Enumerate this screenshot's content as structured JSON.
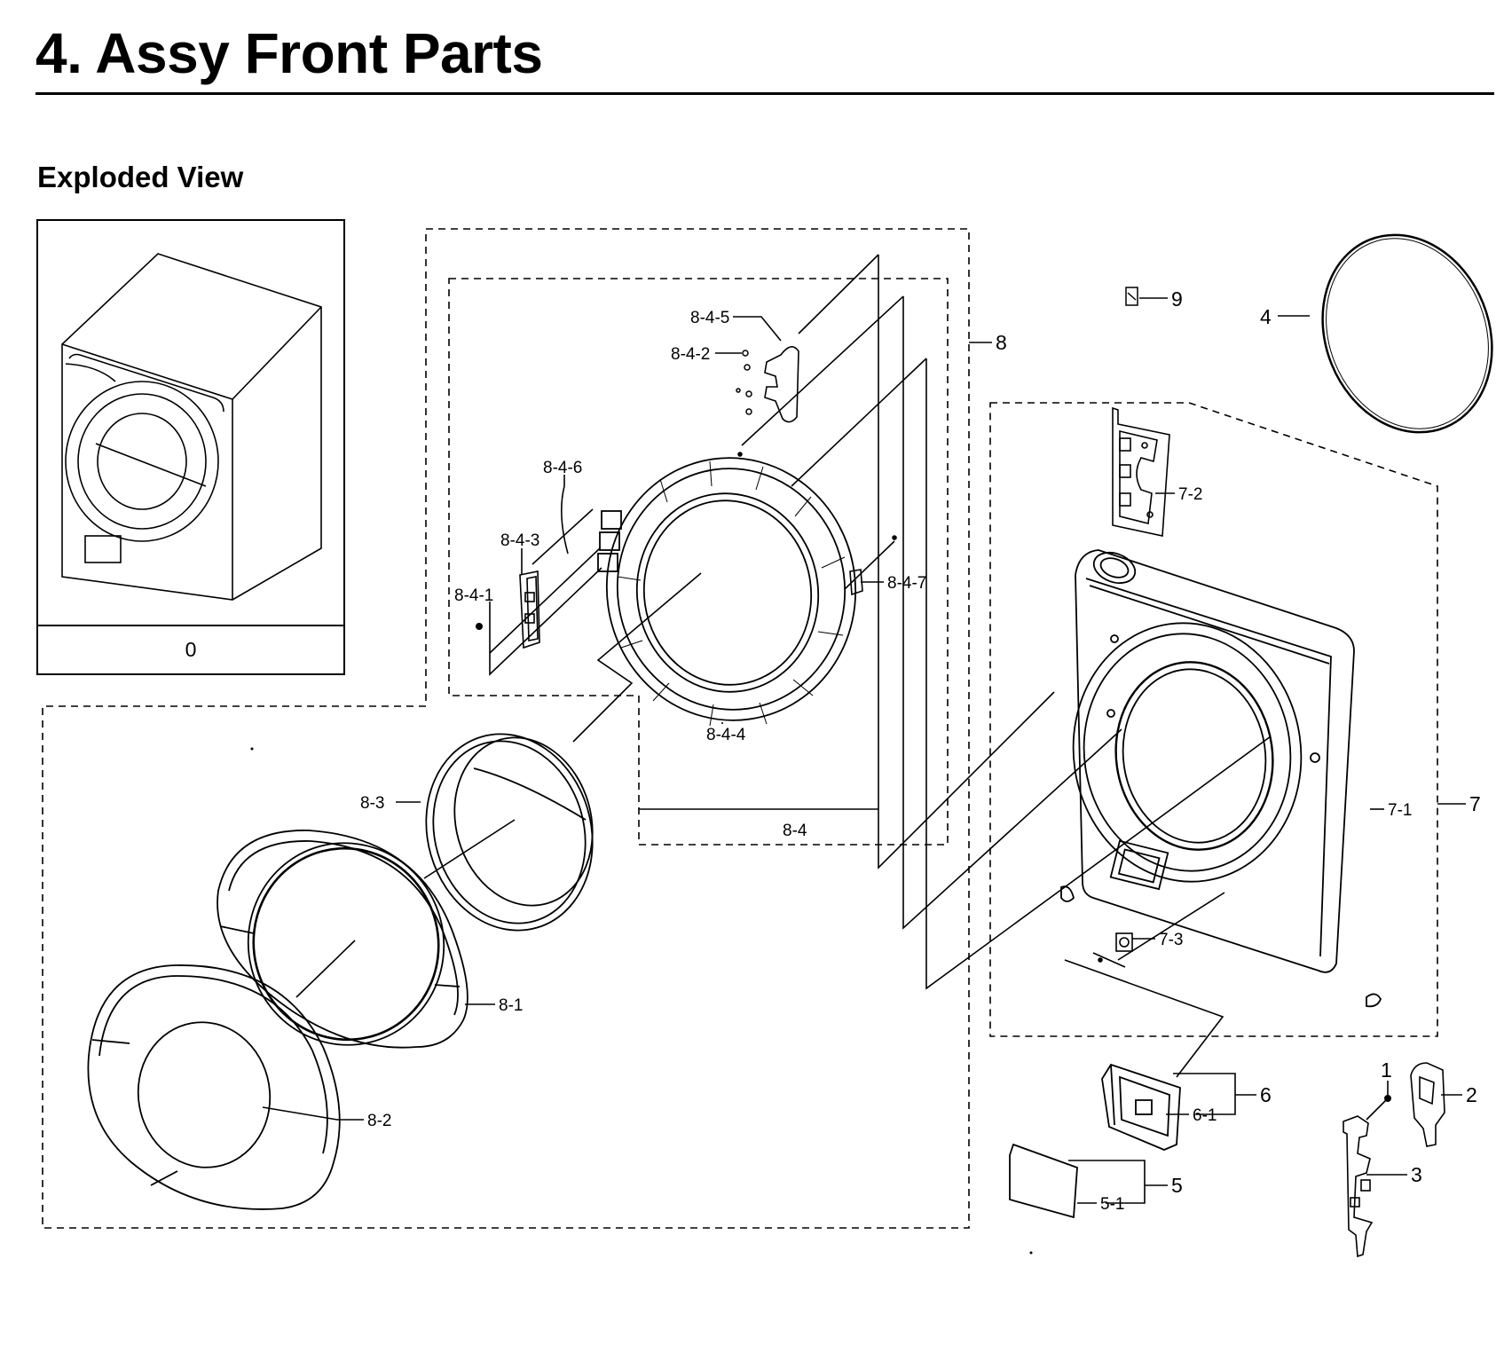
{
  "page": {
    "title": "4.  Assy Front Parts",
    "subtitle": "Exploded View"
  },
  "diagram": {
    "overview_label": "0",
    "labels": {
      "p1": "1",
      "p2": "2",
      "p3": "3",
      "p4": "4",
      "p5": "5",
      "p5_1": "5-1",
      "p6": "6",
      "p6_1": "6-1",
      "p7": "7",
      "p7_1": "7-1",
      "p7_2": "7-2",
      "p7_3": "7-3",
      "p8": "8",
      "p8_1": "8-1",
      "p8_2": "8-2",
      "p8_3": "8-3",
      "p8_4": "8-4",
      "p8_4_1": "8-4-1",
      "p8_4_2": "8-4-2",
      "p8_4_3": "8-4-3",
      "p8_4_4": "8-4-4",
      "p8_4_5": "8-4-5",
      "p8_4_6": "8-4-6",
      "p8_4_7": "8-4-7",
      "p9": "9"
    }
  }
}
